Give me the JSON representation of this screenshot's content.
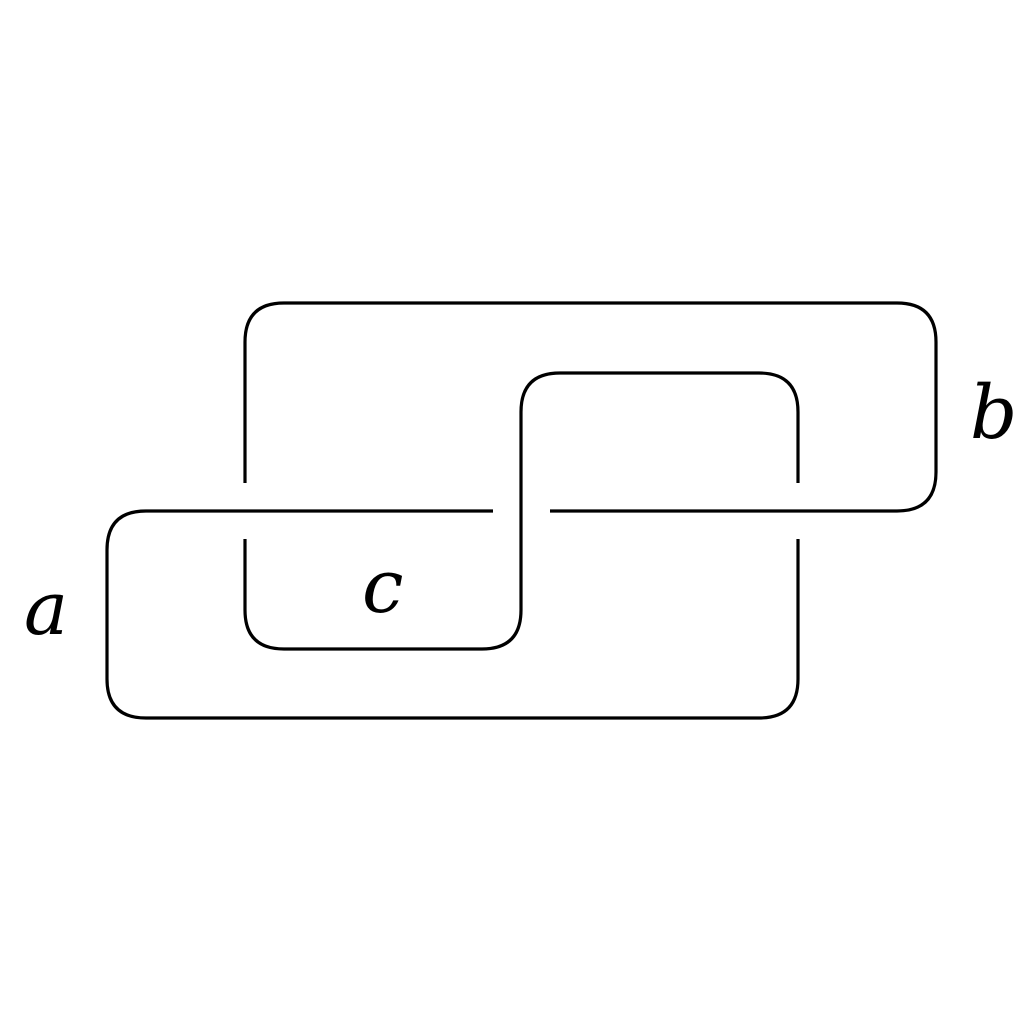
{
  "diagram": {
    "labels": {
      "a": "a",
      "b": "b",
      "c": "c"
    },
    "colors": {
      "stroke": "#000000",
      "background": "#ffffff"
    }
  }
}
